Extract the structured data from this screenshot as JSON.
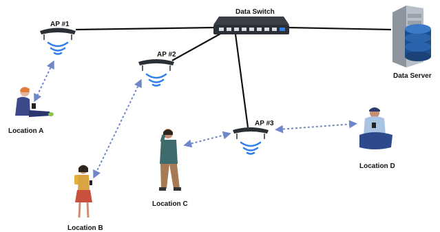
{
  "labels": {
    "switch": "Data Switch",
    "server": "Data Server",
    "ap1": "AP #1",
    "ap2": "AP #2",
    "ap3": "AP #3",
    "loc_a": "Location A",
    "loc_b": "Location B",
    "loc_c": "Location C",
    "loc_d": "Location D"
  },
  "colors": {
    "cable": "#111111",
    "wireless_link": "#6f86c8",
    "wifi_waves": "#2f80ed",
    "device_body": "#2b2f36",
    "server_body": "#c9ced6",
    "database": "#1f4e8c"
  },
  "icons": [
    "network-switch-icon",
    "server-icon",
    "database-icon",
    "access-point-icon",
    "wifi-signal-icon",
    "person-icon"
  ]
}
